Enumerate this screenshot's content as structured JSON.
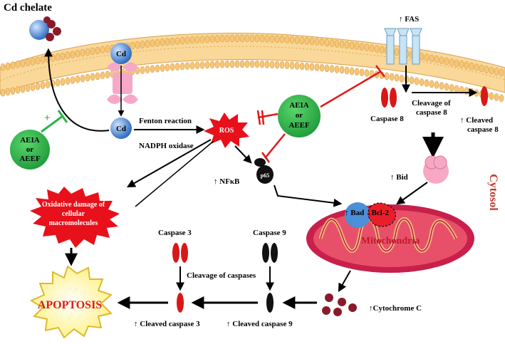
{
  "title": "Cd chelate",
  "cd_label": "Cd",
  "fas_label": "↑ FAS",
  "fenton_label": "Fenton reaction",
  "nadph_label": "NADPH oxidase",
  "ros_label": "ROS",
  "plus_sign": "+",
  "treatment": {
    "line1": "AEIA",
    "line2": "or",
    "line3": "AEEF"
  },
  "nfkb_label": "↑ NFκB",
  "p65_label": "p65",
  "caspase8_label": "Caspase 8",
  "cleavage8_label_1": "Cleavage of",
  "cleavage8_label_2": "caspase 8",
  "cleaved8_label_1": "↑ Cleaved",
  "cleaved8_label_2": "caspase 8",
  "bid_label": "↑ Bid",
  "cytosol_label": "Cytosol",
  "mitochondria_label": "Mitochondria",
  "bad_label": "↑ Bad",
  "bcl2_label": "↓Bcl-2",
  "oxidative_label_1": "Oxidative damage of",
  "oxidative_label_2": "cellular",
  "oxidative_label_3": "macromolecules",
  "apoptosis_label": "APOPTOSIS",
  "caspase3_label": "Caspase 3",
  "caspase9_label": "Caspase 9",
  "cleavage_caspases_label": "Cleavage of caspases",
  "cleaved3_label": "↑ Cleaved caspase 3",
  "cleaved9_label": "↑ Cleaved caspase 9",
  "cytochrome_label": "↑Cytochrome C",
  "colors": {
    "membrane": "#f5c77a",
    "ros": "#e8101a",
    "treatment": "#2eb24a",
    "cd": "#4a8fd8",
    "inhibit": "#e01818",
    "mito_outer": "#c8204a",
    "caspase_red": "#d81818",
    "apoptosis_fill": "#fff0a0"
  }
}
